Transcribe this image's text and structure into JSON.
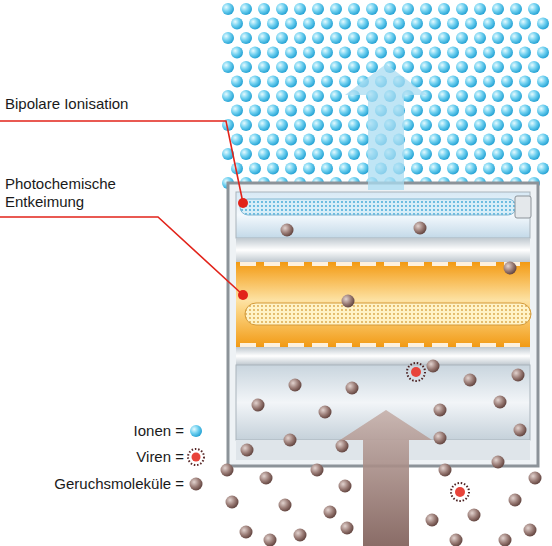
{
  "diagram": {
    "labels": [
      "Bipolare Ionisation",
      "Photochemische Entkeimung"
    ],
    "legend": [
      {
        "text": "Ionen ="
      },
      {
        "text": "Viren ="
      },
      {
        "text": "Geruchsmoleküle ="
      }
    ]
  }
}
